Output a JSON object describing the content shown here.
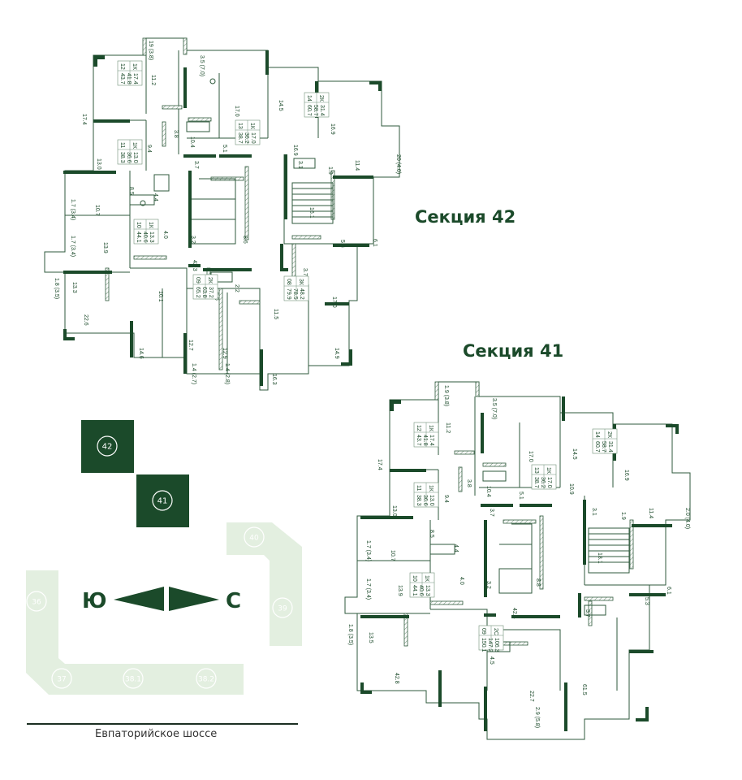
{
  "sections": [
    {
      "title": "Секция 42",
      "id": "42"
    },
    {
      "title": "Секция 41",
      "id": "41"
    }
  ],
  "site_plan": {
    "active_blocks": [
      "42",
      "41"
    ],
    "other_blocks": [
      "40",
      "39",
      "36",
      "37",
      "38.1",
      "38.2"
    ],
    "compass": {
      "south": "Ю",
      "north": "С"
    },
    "road": "Евпаторийское шоссе"
  },
  "colors": {
    "accent": "#1b4a2a",
    "block_inactive": "#e3efe0",
    "line": "#2f5a3c"
  },
  "section42": {
    "rooms": [
      "19 (3.8)",
      "11.2",
      "17.4",
      "3.5 (7.0)",
      "17.0",
      "14.5",
      "16.9",
      "10.4",
      "3.8",
      "3.7",
      "5.1",
      "13.0",
      "9.4",
      "8.5",
      "4.4",
      "10.7",
      "1.7 (3.4)",
      "1.7 (3.4)",
      "13.9",
      "4.0",
      "3.2",
      "8.6",
      "1.8 (3.5)",
      "13.3",
      "22.6",
      "14.6",
      "10.1",
      "12.7",
      "1.4 (2.7)",
      "12.9",
      "1.4 (2.8)",
      "42.3",
      "2.2",
      "5.6",
      "11.5",
      "16.3",
      "14.9",
      "17.0",
      "3.7",
      "5.3",
      "6.1",
      "16.1",
      "3.1",
      "1.9",
      "11.4",
      "20 (4.0)",
      "16.9"
    ],
    "apartments": [
      {
        "num": "12",
        "type": "1К",
        "living": "17.4",
        "total": "41.8",
        "area": "43.7"
      },
      {
        "num": "11",
        "type": "1К",
        "living": "13.0",
        "total": "36.6",
        "area": "38.3"
      },
      {
        "num": "13",
        "type": "1К",
        "living": "17.0",
        "total": "36.2",
        "area": "38.7"
      },
      {
        "num": "14",
        "type": "2К",
        "living": "31.4",
        "total": "58.7",
        "area": "60.7"
      },
      {
        "num": "10",
        "type": "1К",
        "living": "13.3",
        "total": "40.6",
        "area": "44.1"
      },
      {
        "num": "09",
        "type": "2К",
        "living": "37.2",
        "total": "63.8",
        "area": "65.2"
      },
      {
        "num": "08",
        "type": "3К",
        "living": "48.2",
        "total": "78.5",
        "area": "79.9"
      }
    ]
  },
  "section41": {
    "rooms": [
      "1.9 (3.8)",
      "11.2",
      "17.4",
      "3.5 (7.0)",
      "17.0",
      "14.5",
      "16.9",
      "10.4",
      "3.8",
      "3.7",
      "5.1",
      "13.0",
      "9.4",
      "8.5",
      "4.4",
      "10.7",
      "1.7 (3.4)",
      "1.7 (3.4)",
      "13.9",
      "4.0",
      "3.2",
      "8.8",
      "1.8 (3.5)",
      "13.5",
      "42.8",
      "42.4",
      "12.0",
      "4.5",
      "22.7",
      "2.9 (5.8)",
      "61.5",
      "3.7",
      "5.3",
      "6.1",
      "18.1",
      "3.1",
      "1.9",
      "11.4",
      "2.0 (4.0)",
      "10.9"
    ],
    "apartments": [
      {
        "num": "12",
        "type": "1К",
        "living": "17.4",
        "total": "41.8",
        "area": "43.7"
      },
      {
        "num": "11",
        "type": "1К",
        "living": "13.0",
        "total": "36.6",
        "area": "38.3"
      },
      {
        "num": "13",
        "type": "1К",
        "living": "17.0",
        "total": "36.2",
        "area": "38.7"
      },
      {
        "num": "14",
        "type": "2К",
        "living": "31.4",
        "total": "58.7",
        "area": "60.7"
      },
      {
        "num": "10",
        "type": "1К",
        "living": "13.3",
        "total": "40.6",
        "area": "44.1"
      },
      {
        "num": "09",
        "type": "2С",
        "living": "106.3",
        "total": "147.2",
        "area": "150.1"
      }
    ]
  }
}
